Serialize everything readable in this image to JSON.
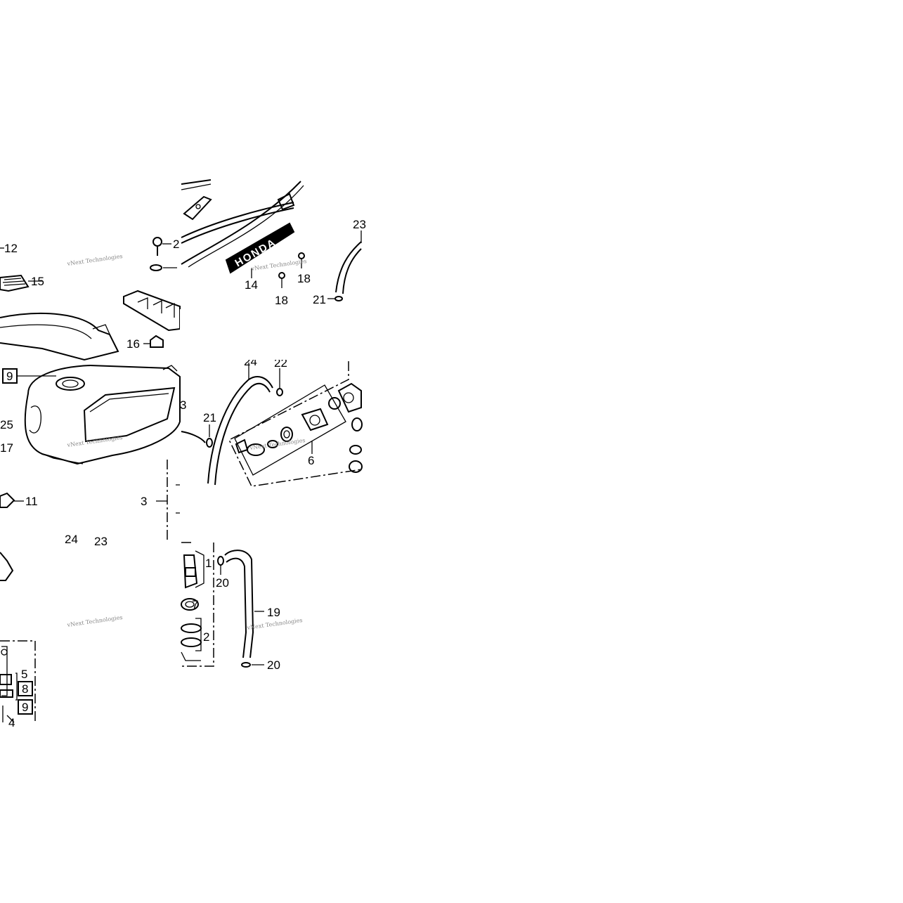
{
  "watermark": "vNext Technologies",
  "logo": "HONDA",
  "colors": {
    "ink": "#000000",
    "paper": "#ffffff",
    "watermark": "#888888"
  },
  "callouts": {
    "c12": "12",
    "c15": "15",
    "c16": "16",
    "c9a": "9",
    "c25": "25",
    "c17": "17",
    "c11": "11",
    "c24a": "24",
    "c23a": "23",
    "c5": "5",
    "c8": "8",
    "c9b": "9",
    "c4": "4",
    "c3": "3",
    "c2a": "2",
    "c14": "14",
    "c18a": "18",
    "c18b": "18",
    "c23b": "23",
    "c21a": "21",
    "c24b": "24",
    "c22": "22",
    "c21b": "21",
    "c3b": "3",
    "c6": "6",
    "c1": "1",
    "c7": "7",
    "c2b": "2",
    "c20a": "20",
    "c19": "19",
    "c20b": "20"
  }
}
